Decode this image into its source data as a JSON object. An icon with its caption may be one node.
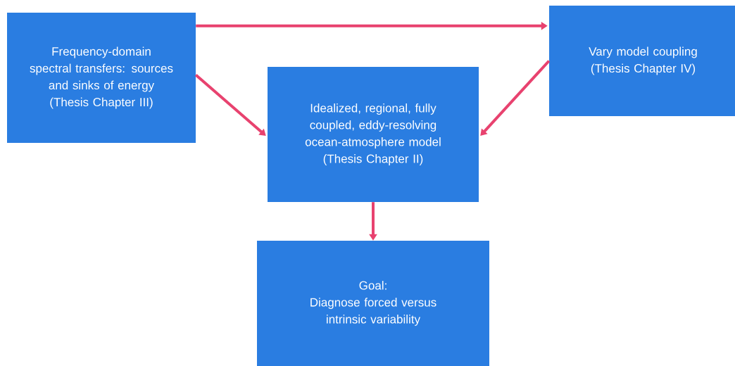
{
  "diagram": {
    "nodes": [
      {
        "text": [
          "Frequency-domain spectral transfers: sources and sinks of energy",
          "(Thesis Chapter III)"
        ]
      },
      {
        "text": [
          "Vary model coupling",
          "(Thesis Chapter IV)"
        ]
      },
      {
        "text": [
          "Idealized, regional, fully coupled, eddy-resolving ocean-atmosphere model",
          "(Thesis Chapter II)"
        ]
      },
      {
        "text": [
          "Goal:",
          "Diagnose forced versus intrinsic variability"
        ]
      }
    ],
    "edges": [
      {
        "from": 0,
        "to": 1,
        "arrow": "to"
      },
      {
        "from": 0,
        "to": 2,
        "arrow": "to"
      },
      {
        "from": 1,
        "to": 2,
        "arrow": "to"
      },
      {
        "from": 2,
        "to": 3,
        "arrow": "to"
      }
    ]
  }
}
